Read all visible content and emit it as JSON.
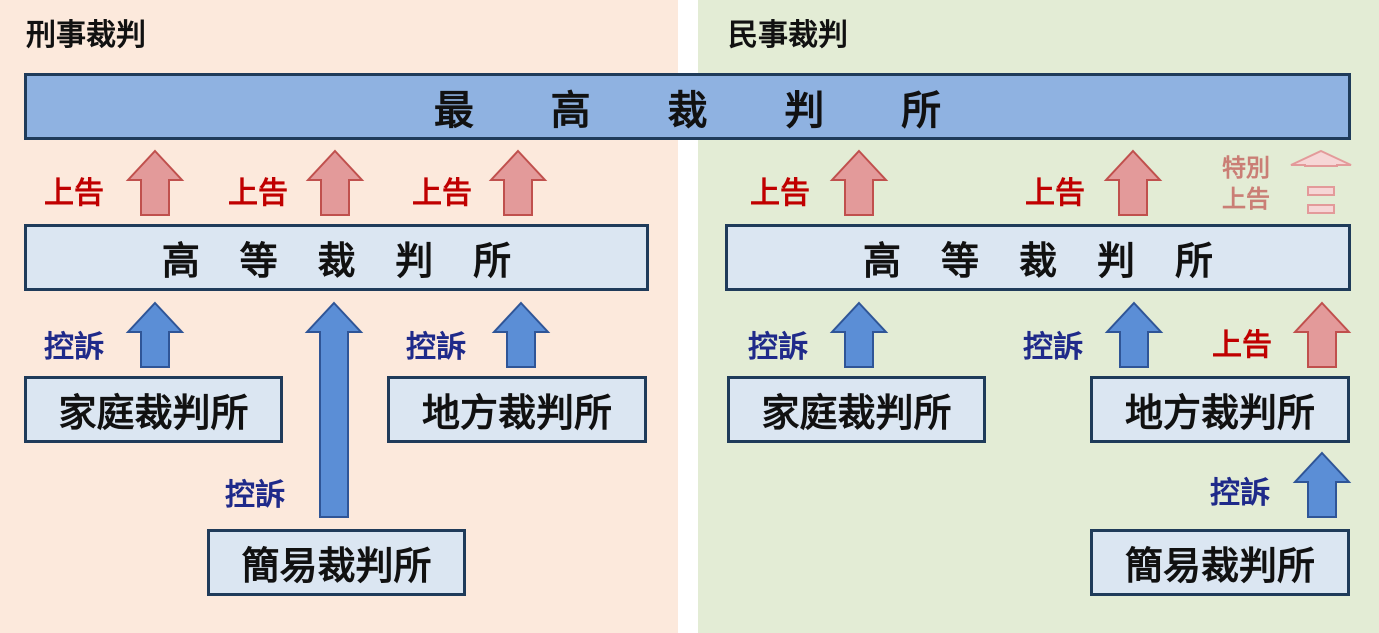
{
  "criminal": {
    "title": "刑事裁判",
    "supreme_court_chars": [
      "最",
      "高",
      "裁",
      "判",
      "所"
    ],
    "high_court_chars": [
      "高",
      "等",
      "裁",
      "判",
      "所"
    ],
    "family_court": "家庭裁判所",
    "district_court": "地方裁判所",
    "summary_court": "簡易裁判所",
    "jokoku_1": "上告",
    "jokoku_2": "上告",
    "jokoku_3": "上告",
    "koso_family": "控訴",
    "koso_summary": "控訴",
    "koso_district": "控訴"
  },
  "civil": {
    "title": "民事裁判",
    "high_court_chars": [
      "高",
      "等",
      "裁",
      "判",
      "所"
    ],
    "family_court": "家庭裁判所",
    "district_court": "地方裁判所",
    "summary_court": "簡易裁判所",
    "jokoku_1": "上告",
    "jokoku_2": "上告",
    "special_appeal_line1": "特別",
    "special_appeal_line2": "上告",
    "jokoku_summary_to_high": "上告",
    "koso_family": "控訴",
    "koso_district": "控訴",
    "koso_summary": "控訴"
  },
  "colors": {
    "criminal_bg": "#fce9dc",
    "civil_bg": "#e3ecd5",
    "supreme_box": "#8fb2e1",
    "court_box": "#dbe6f2",
    "box_border": "#1f3b5a",
    "appeal_arrow_red": "#e39a9a",
    "appeal_arrow_red_border": "#c0504d",
    "koso_arrow_blue": "#5b8ed6",
    "koso_arrow_blue_border": "#2f5597",
    "label_red": "#c00000",
    "label_blue": "#1f2a8a"
  }
}
